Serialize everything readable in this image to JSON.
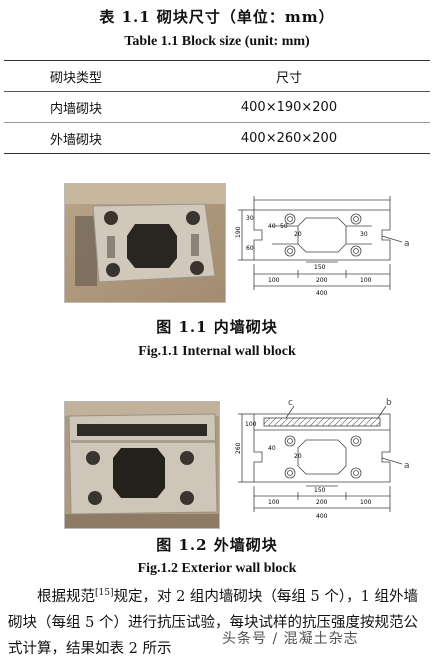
{
  "table": {
    "title_cn": "表 1.1   砌块尺寸（单位：mm）",
    "title_en": "Table 1.1    Block size (unit: mm)",
    "headers": [
      "砌块类型",
      "尺寸"
    ],
    "rows": [
      [
        "内墙砌块",
        "400×190×200"
      ],
      [
        "外墙砌块",
        "400×260×200"
      ]
    ]
  },
  "figure1": {
    "caption_cn": "图 1.1    内墙砌块",
    "caption_en": "Fig.1.1    Internal wall block",
    "dims": {
      "d190": "190",
      "d30a": "30",
      "d60": "60",
      "d40": "40",
      "d50": "50",
      "d20": "20",
      "d30b": "30",
      "d150": "150",
      "d100a": "100",
      "d200": "200",
      "d100b": "100",
      "d400": "400",
      "label_a": "a"
    }
  },
  "figure2": {
    "caption_cn": "图 1.2    外墙砌块",
    "caption_en": "Fig.1.2    Exterior wall block",
    "dims": {
      "label_c": "c",
      "label_b": "b",
      "label_a": "a",
      "d260": "260",
      "d100": "100",
      "d40": "40",
      "d20": "20",
      "d150": "150",
      "d100a": "100",
      "d200": "200",
      "d100b": "100",
      "d400": "400"
    }
  },
  "paragraph": {
    "text_before_ref": "根据规范",
    "ref": "[15]",
    "text_after_ref": "规定，对 2 组内墙砌块（每组 5 个），1 组外墙砌块（每组 5 个）进行抗压试验，每块试样的抗压强度按规范公式计算，结果如表 2 所示"
  },
  "watermark": "头条号 / 混凝土杂志"
}
